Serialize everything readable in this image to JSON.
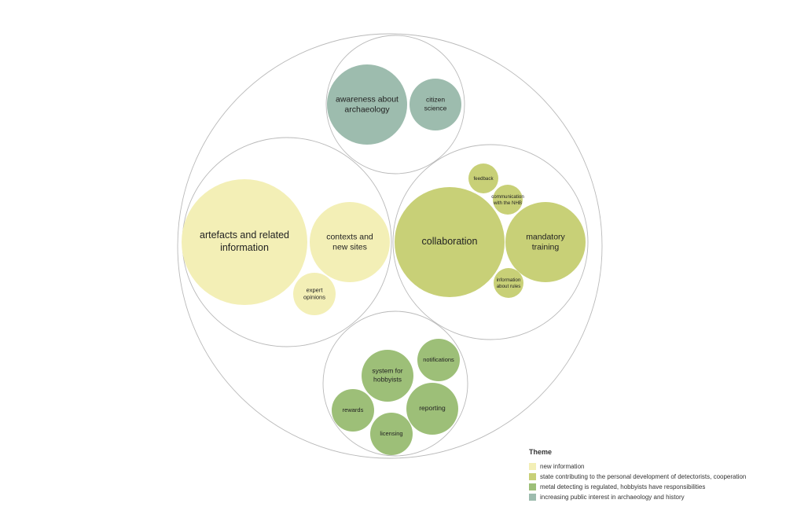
{
  "chart_data": {
    "type": "packed-bubble",
    "legend": {
      "title": "Theme",
      "placement": "bottom-right",
      "items": [
        {
          "name": "new information",
          "color": "#f3efb6"
        },
        {
          "name": "state contributing to the personal development of detectorists, cooperation",
          "color": "#c8d077"
        },
        {
          "name": "metal detecting is regulated, hobbyists have responsibilities",
          "color": "#9dbf78"
        },
        {
          "name": "increasing public interest in archaeology and history",
          "color": "#9dbcae"
        }
      ]
    },
    "groups": [
      {
        "theme": "increasing public interest in archaeology and history",
        "items": [
          {
            "label": [
              "awareness about",
              "archaeology"
            ],
            "size": 51
          },
          {
            "label": [
              "citizen",
              "science"
            ],
            "size": 33
          }
        ]
      },
      {
        "theme": "new information",
        "items": [
          {
            "label": [
              "artefacts and related",
              "information"
            ],
            "size": 80
          },
          {
            "label": [
              "contexts and",
              "new sites"
            ],
            "size": 51
          },
          {
            "label": [
              "expert",
              "opinions"
            ],
            "size": 27
          }
        ]
      },
      {
        "theme": "state contributing to the personal development of detectorists, cooperation",
        "items": [
          {
            "label": [
              "collaboration"
            ],
            "size": 70
          },
          {
            "label": [
              "mandatory",
              "training"
            ],
            "size": 51
          },
          {
            "label": [
              "feedback"
            ],
            "size": 19
          },
          {
            "label": [
              "communication",
              "with the NHB"
            ],
            "size": 19
          },
          {
            "label": [
              "information",
              "about rules"
            ],
            "size": 19
          }
        ]
      },
      {
        "theme": "metal detecting is regulated, hobbyists have responsibilities",
        "items": [
          {
            "label": [
              "system for",
              "hobbyists"
            ],
            "size": 33
          },
          {
            "label": [
              "notifications"
            ],
            "size": 27
          },
          {
            "label": [
              "reporting"
            ],
            "size": 33
          },
          {
            "label": [
              "rewards"
            ],
            "size": 27
          },
          {
            "label": [
              "licensing"
            ],
            "size": 27
          }
        ]
      }
    ]
  }
}
